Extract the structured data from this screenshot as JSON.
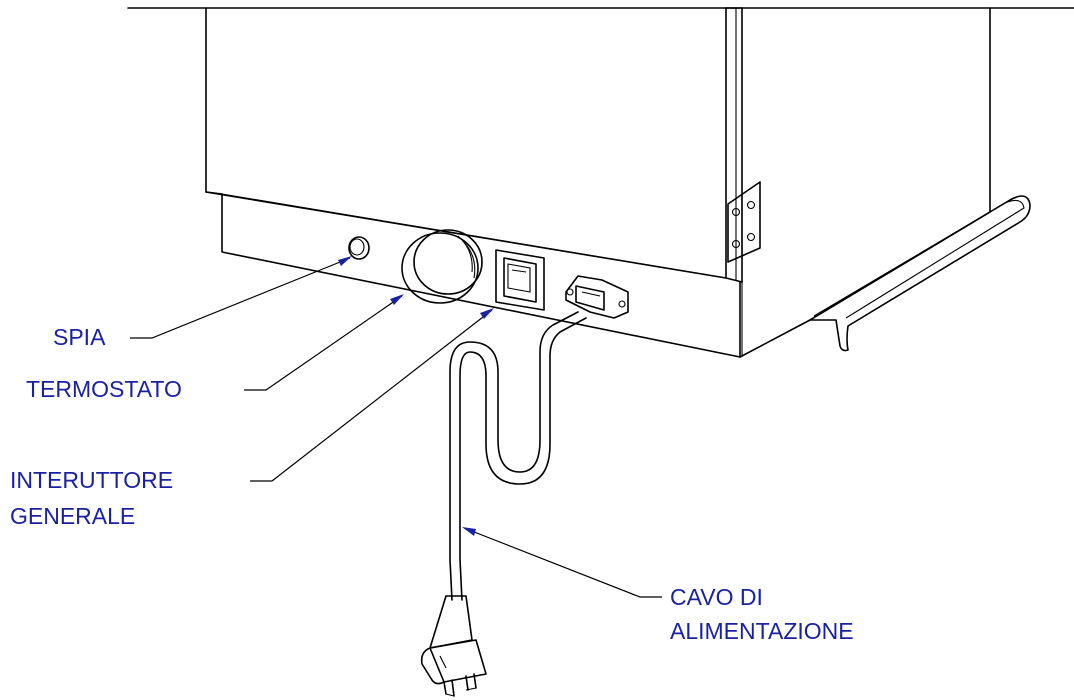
{
  "labels": {
    "spia": "SPIA",
    "termostato": "TERMOSTATO",
    "interuttore_line1": "INTERUTTORE",
    "interuttore_line2": "GENERALE",
    "cavo_line1": "CAVO DI",
    "cavo_line2": "ALIMENTAZIONE"
  },
  "colors": {
    "label_text": "#1a22a0",
    "outline": "#000000",
    "background": "#ffffff"
  }
}
